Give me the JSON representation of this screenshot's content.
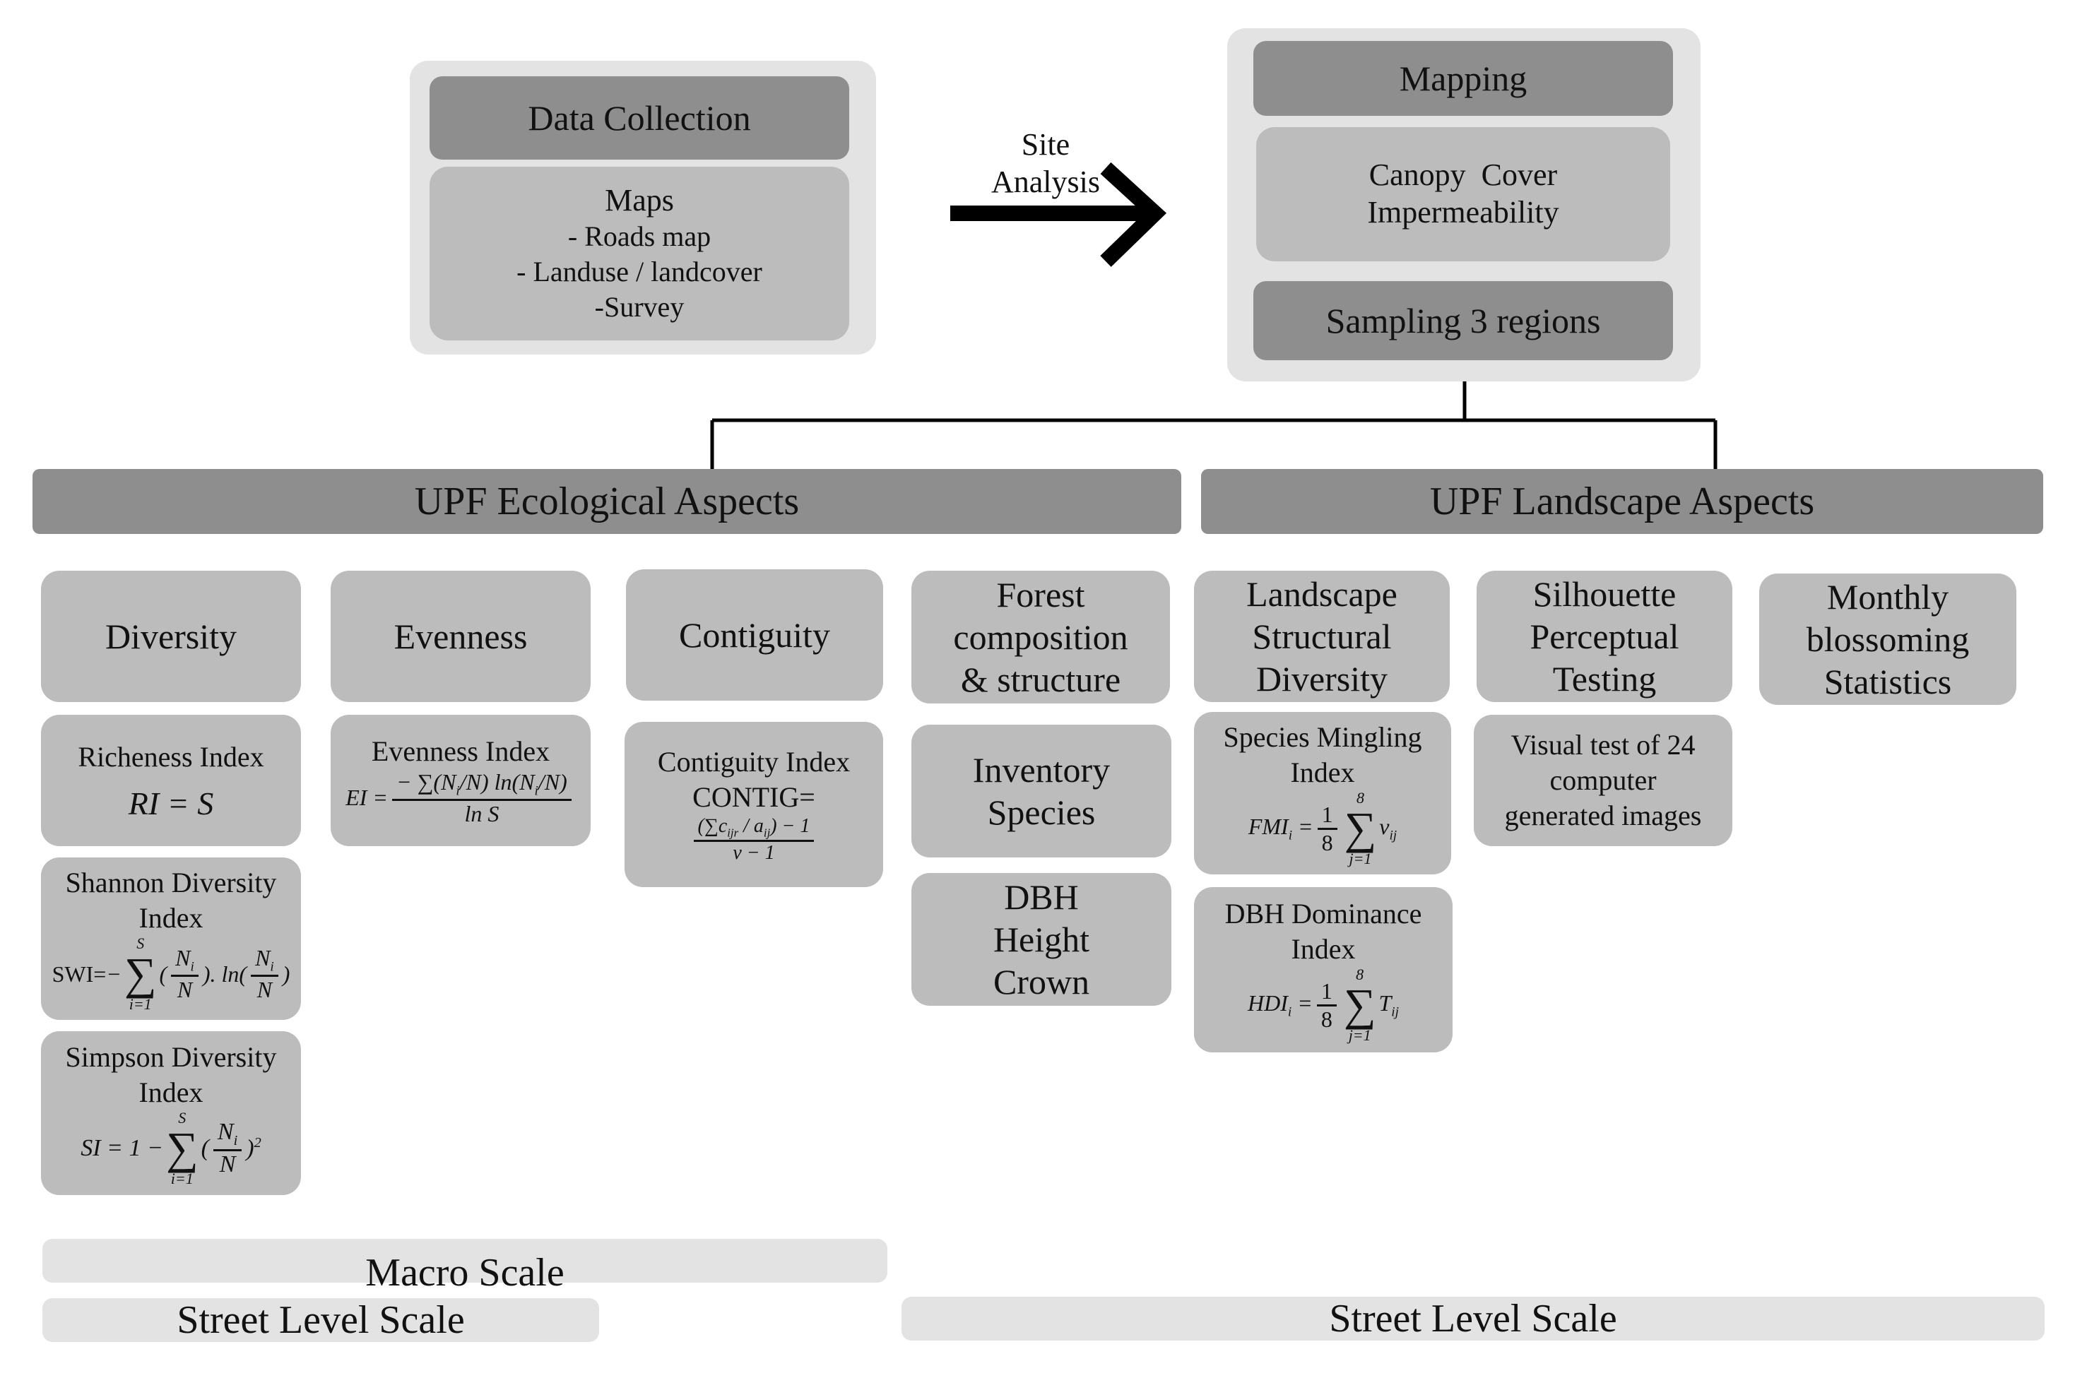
{
  "data_collection": {
    "title": "Data Collection",
    "heading": "Maps",
    "items": [
      "- Roads map",
      "- Landuse / landcover",
      "-Survey"
    ]
  },
  "arrow_label": [
    "Site",
    "Analysis"
  ],
  "mapping": {
    "title": "Mapping",
    "items": [
      "Canopy  Cover",
      "Impermeability"
    ],
    "sampling": "Sampling 3 regions"
  },
  "ecological_header": "UPF Ecological Aspects",
  "landscape_header": "UPF Landscape Aspects",
  "diversity": {
    "title": "Diversity",
    "richness": {
      "title": "Richeness Index",
      "formula": "RI = S"
    },
    "shannon": {
      "title": "Shannon Diversity Index",
      "prefix": "SWI="
    },
    "simpson": {
      "title": "Simpson Diversity Index"
    }
  },
  "evenness": {
    "title": "Evenness",
    "index_title": "Evenness Index"
  },
  "contiguity": {
    "title": "Contiguity",
    "index_title": "Contiguity Index",
    "formula_label": "CONTIG="
  },
  "forest": {
    "title": [
      "Forest",
      "composition",
      "& structure"
    ],
    "inventory": [
      "Inventory",
      "Species"
    ],
    "dbh": [
      "DBH",
      "Height",
      "Crown"
    ]
  },
  "landscape_structural": {
    "title": [
      "Landscape",
      "Structural",
      "Diversity"
    ],
    "mingling_title": [
      "Species Mingling",
      "Index"
    ],
    "dbh_dominance_title": [
      "DBH Dominance",
      "Index"
    ]
  },
  "silhouette": {
    "title": [
      "Silhouette",
      "Perceptual",
      "Testing"
    ],
    "visual_test": [
      "Visual test of 24",
      "computer",
      "generated images"
    ]
  },
  "monthly": {
    "title": [
      "Monthly",
      "blossoming",
      "Statistics"
    ]
  },
  "scales": {
    "macro": "Macro Scale",
    "street_left": "Street Level Scale",
    "street_right": "Street Level Scale"
  }
}
